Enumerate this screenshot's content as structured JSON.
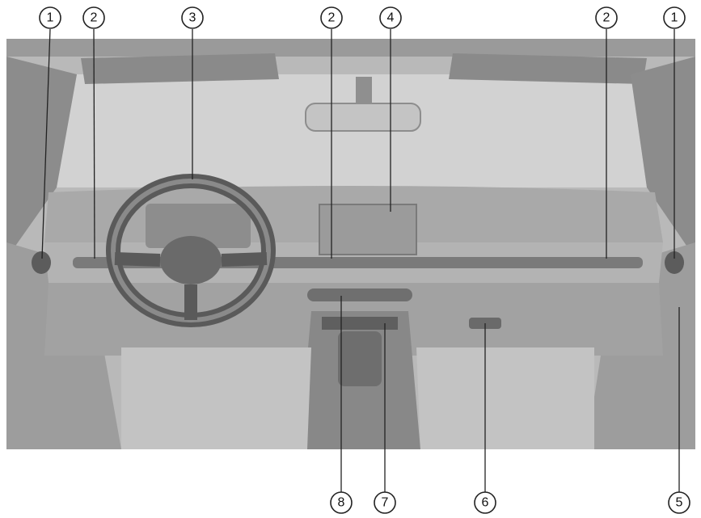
{
  "callouts": [
    {
      "id": "top-1-left",
      "label": "1"
    },
    {
      "id": "top-2-left",
      "label": "2"
    },
    {
      "id": "top-3",
      "label": "3"
    },
    {
      "id": "top-2-center",
      "label": "2"
    },
    {
      "id": "top-4",
      "label": "4"
    },
    {
      "id": "top-2-right",
      "label": "2"
    },
    {
      "id": "top-1-right",
      "label": "1"
    },
    {
      "id": "bottom-8",
      "label": "8"
    },
    {
      "id": "bottom-7",
      "label": "7"
    },
    {
      "id": "bottom-6",
      "label": "6"
    },
    {
      "id": "bottom-5",
      "label": "5"
    }
  ],
  "colors": {
    "frame": "#8f8f8f",
    "dash": "#a6a6a6",
    "glass": "#cfcfcf",
    "dark": "#6c6c6c",
    "line": "#222222"
  },
  "icons": [
    "steering-wheel-icon",
    "display-screen-icon",
    "air-vent-icon",
    "gear-selector-icon"
  ]
}
